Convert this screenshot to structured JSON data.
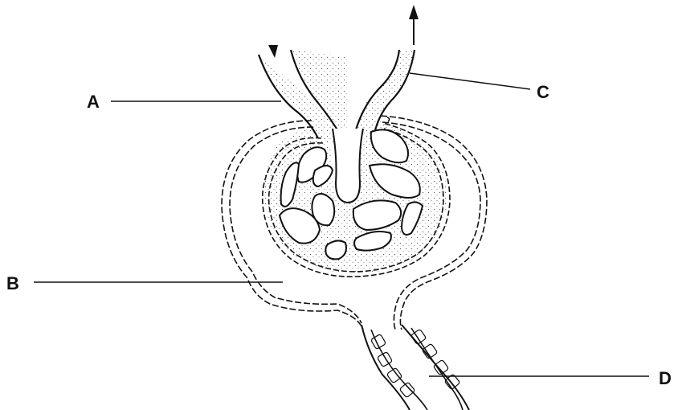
{
  "labels": {
    "a": "A",
    "b": "B",
    "c": "C",
    "d": "D"
  },
  "colors": {
    "ink": "#111111",
    "stipple": "#555555",
    "background": "#ffffff"
  }
}
